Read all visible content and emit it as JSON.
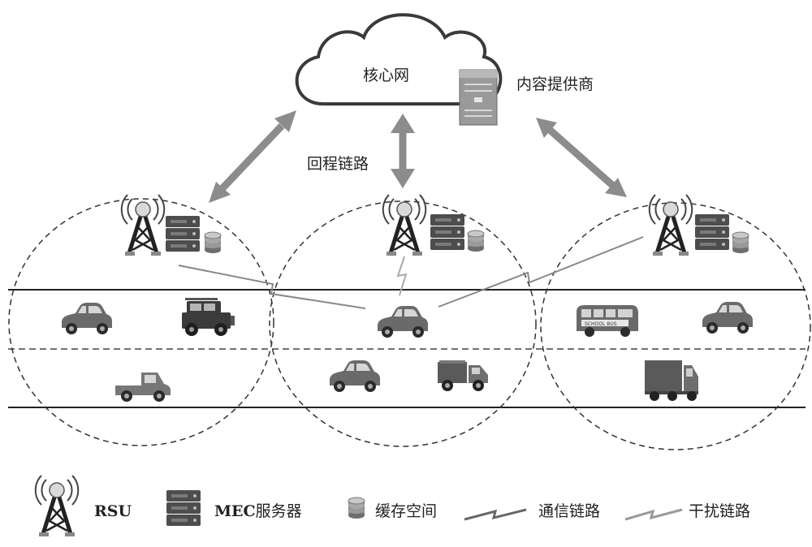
{
  "labels": {
    "core_network": "核心网",
    "content_provider": "内容提供商",
    "backhaul_link": "回程链路"
  },
  "legend": {
    "rsu": "RSU",
    "mec_prefix": "MEC",
    "mec_suffix": "服务器",
    "cache": "缓存空间",
    "comm_link": "通信链路",
    "interference_link": "干扰链路"
  },
  "vehicle_signs": {
    "school_bus": "SCHOOL BUS"
  },
  "colors": {
    "arrow": "#8c8c8c",
    "server_dark": "#4d4d4d",
    "comm_link": "#666666",
    "interference_link": "#999999",
    "cloud_stroke": "#3a3a3a"
  }
}
